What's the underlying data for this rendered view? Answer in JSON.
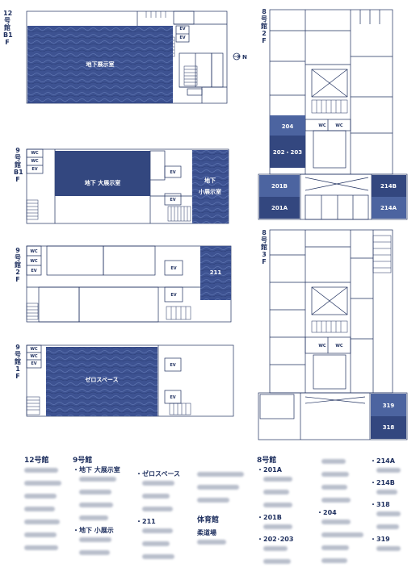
{
  "colors": {
    "room_dark": "#33477f",
    "room_mid": "#4c64a0",
    "line": "#1e2f5e"
  },
  "north": "N",
  "floors": {
    "b12_b1f": "12号館B1F",
    "b9_b1f": "9号館B1F",
    "b9_2f": "9号館2F",
    "b9_1f": "9号館1F",
    "b8_2f": "8号館2F",
    "b8_3f": "8号館3F"
  },
  "rooms": {
    "b12_main": "地下展示室",
    "b9_big": "地下 大展示室",
    "b9_small": "地下\n小展示室",
    "r211": "211",
    "zero": "ゼロスペース",
    "r204": "204",
    "r202": "202・203",
    "r201b": "201B",
    "r201a": "201A",
    "r214b": "214B",
    "r214a": "214A",
    "r319": "319",
    "r318": "318",
    "wc": "WC",
    "ev": "EV"
  },
  "legend": {
    "b12": "12号館",
    "b9": "9号館",
    "b9_big": "・地下 大展示室",
    "b9_small": "・地下 小展示",
    "zero": "・ゼロスペース",
    "r211": "・211",
    "gym": "体育館",
    "judo": "柔道場",
    "b8": "8号館",
    "r201a": "・201A",
    "r201b": "・201B",
    "r202": "・202･203",
    "r204": "・204",
    "r214a": "・214A",
    "r214b": "・214B",
    "r318": "・318",
    "r319": "・319"
  }
}
